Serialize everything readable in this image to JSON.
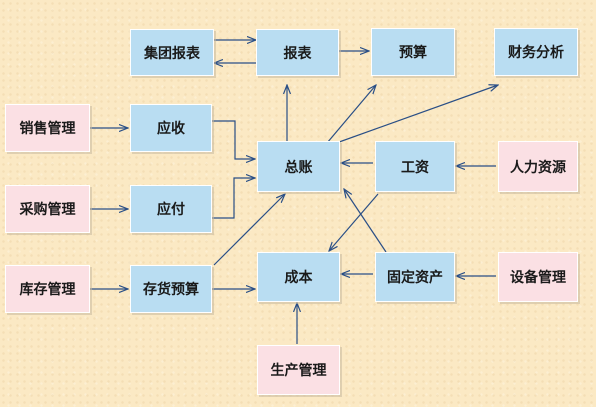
{
  "nodes": {
    "jituan_baobiao": "集团报表",
    "baobiao": "报表",
    "yusuan": "预算",
    "caiwu_fenxi": "财务分析",
    "xiaoshou_guanli": "销售管理",
    "yingshou": "应收",
    "zongzhang": "总账",
    "gongzi": "工资",
    "renli_ziyuan": "人力资源",
    "caigou_guanli": "采购管理",
    "yingfu": "应付",
    "kucun_guanli": "库存管理",
    "cunhuo_yusuan": "存货预算",
    "chengben": "成本",
    "guding_zichan": "固定资产",
    "shebei_guanli": "设备管理",
    "shengchan_guanli": "生产管理"
  },
  "colors": {
    "module_fill": "#b9ddf2",
    "external_fill": "#fbe0e4",
    "arrow": "#2a4f86",
    "background": "#fbe9c4"
  }
}
